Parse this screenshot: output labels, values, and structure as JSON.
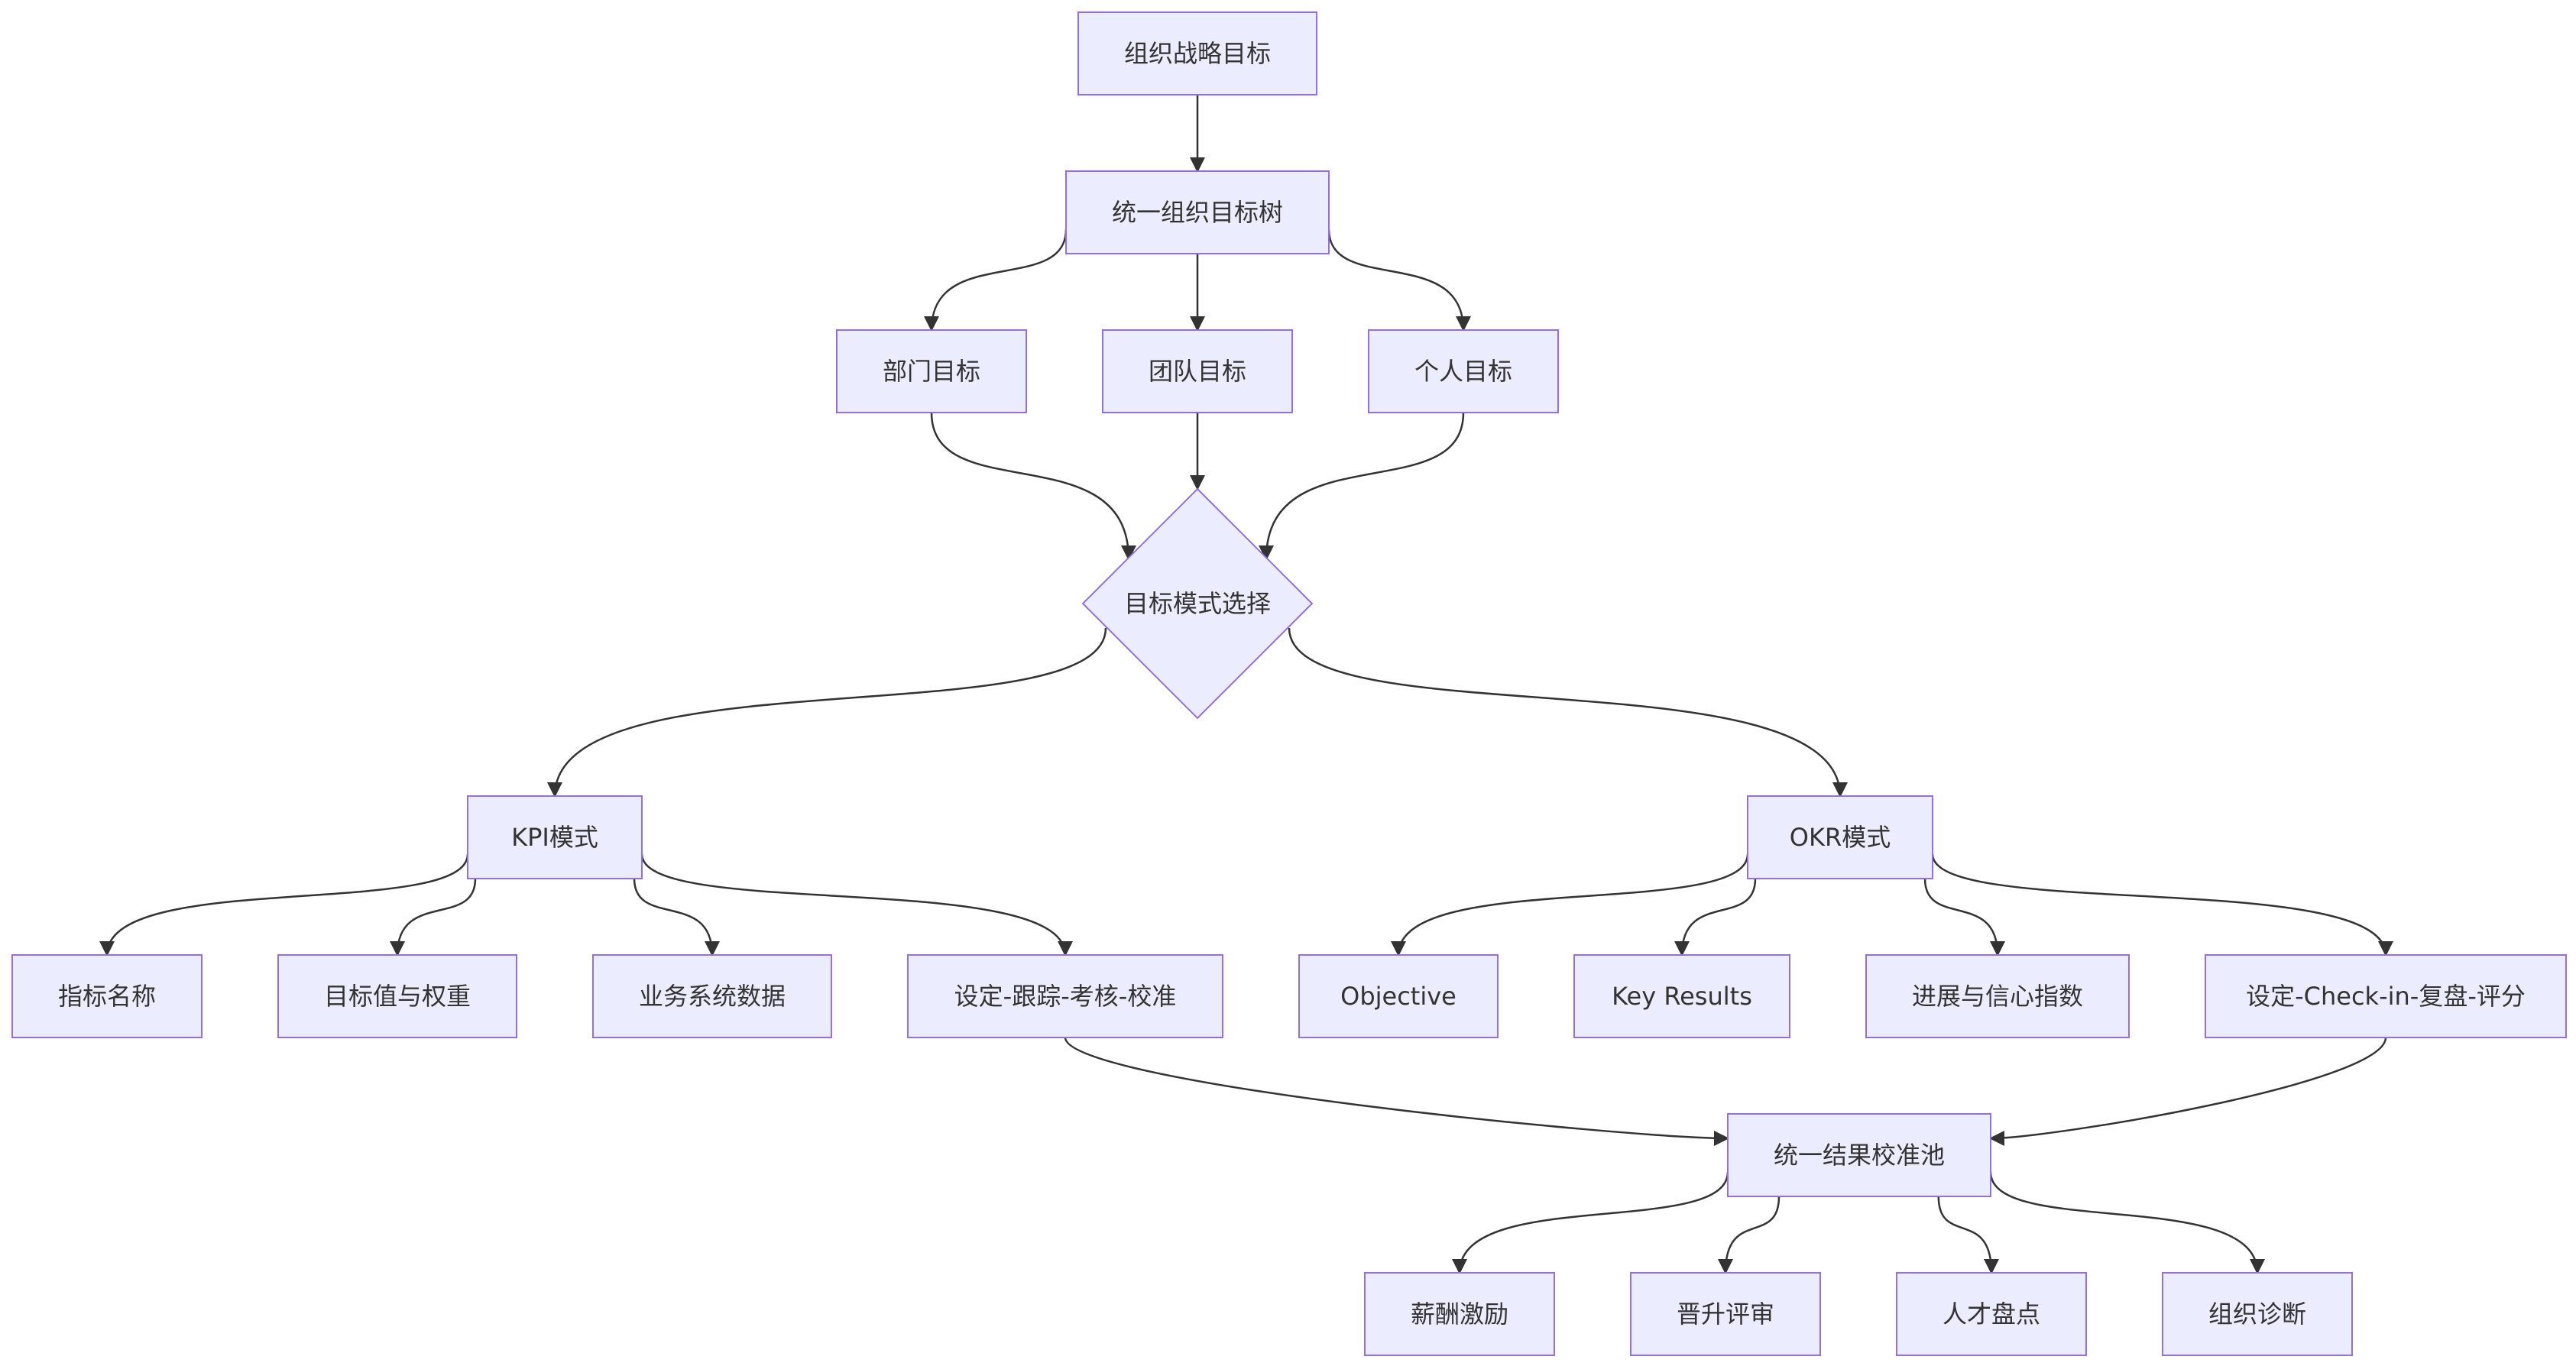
{
  "colors": {
    "node_fill": "#ECECFF",
    "node_stroke": "#9370DB",
    "edge": "#333333",
    "text": "#333333",
    "background": "#FFFFFF"
  },
  "nodes": [
    {
      "id": "strategy",
      "label": "组织战略目标",
      "shape": "rect"
    },
    {
      "id": "tree",
      "label": "统一组织目标树",
      "shape": "rect"
    },
    {
      "id": "dept",
      "label": "部门目标",
      "shape": "rect"
    },
    {
      "id": "team",
      "label": "团队目标",
      "shape": "rect"
    },
    {
      "id": "personal",
      "label": "个人目标",
      "shape": "rect"
    },
    {
      "id": "mode",
      "label": "目标模式选择",
      "shape": "diamond"
    },
    {
      "id": "kpi",
      "label": "KPI模式",
      "shape": "rect"
    },
    {
      "id": "okr",
      "label": "OKR模式",
      "shape": "rect"
    },
    {
      "id": "kpi_name",
      "label": "指标名称",
      "shape": "rect"
    },
    {
      "id": "kpi_target",
      "label": "目标值与权重",
      "shape": "rect"
    },
    {
      "id": "kpi_data",
      "label": "业务系统数据",
      "shape": "rect"
    },
    {
      "id": "kpi_flow",
      "label": "设定-跟踪-考核-校准",
      "shape": "rect"
    },
    {
      "id": "okr_obj",
      "label": "Objective",
      "shape": "rect"
    },
    {
      "id": "okr_kr",
      "label": "Key Results",
      "shape": "rect"
    },
    {
      "id": "okr_progress",
      "label": "进展与信心指数",
      "shape": "rect"
    },
    {
      "id": "okr_flow",
      "label": "设定-Check-in-复盘-评分",
      "shape": "rect"
    },
    {
      "id": "pool",
      "label": "统一结果校准池",
      "shape": "rect"
    },
    {
      "id": "salary",
      "label": "薪酬激励",
      "shape": "rect"
    },
    {
      "id": "promotion",
      "label": "晋升评审",
      "shape": "rect"
    },
    {
      "id": "talent",
      "label": "人才盘点",
      "shape": "rect"
    },
    {
      "id": "diagnosis",
      "label": "组织诊断",
      "shape": "rect"
    }
  ],
  "edges": [
    {
      "from": "strategy",
      "to": "tree"
    },
    {
      "from": "tree",
      "to": "dept"
    },
    {
      "from": "tree",
      "to": "team"
    },
    {
      "from": "tree",
      "to": "personal"
    },
    {
      "from": "dept",
      "to": "mode"
    },
    {
      "from": "team",
      "to": "mode"
    },
    {
      "from": "personal",
      "to": "mode"
    },
    {
      "from": "mode",
      "to": "kpi"
    },
    {
      "from": "mode",
      "to": "okr"
    },
    {
      "from": "kpi",
      "to": "kpi_name"
    },
    {
      "from": "kpi",
      "to": "kpi_target"
    },
    {
      "from": "kpi",
      "to": "kpi_data"
    },
    {
      "from": "kpi",
      "to": "kpi_flow"
    },
    {
      "from": "okr",
      "to": "okr_obj"
    },
    {
      "from": "okr",
      "to": "okr_kr"
    },
    {
      "from": "okr",
      "to": "okr_progress"
    },
    {
      "from": "okr",
      "to": "okr_flow"
    },
    {
      "from": "kpi_flow",
      "to": "pool"
    },
    {
      "from": "okr_flow",
      "to": "pool"
    },
    {
      "from": "pool",
      "to": "salary"
    },
    {
      "from": "pool",
      "to": "promotion"
    },
    {
      "from": "pool",
      "to": "talent"
    },
    {
      "from": "pool",
      "to": "diagnosis"
    }
  ]
}
